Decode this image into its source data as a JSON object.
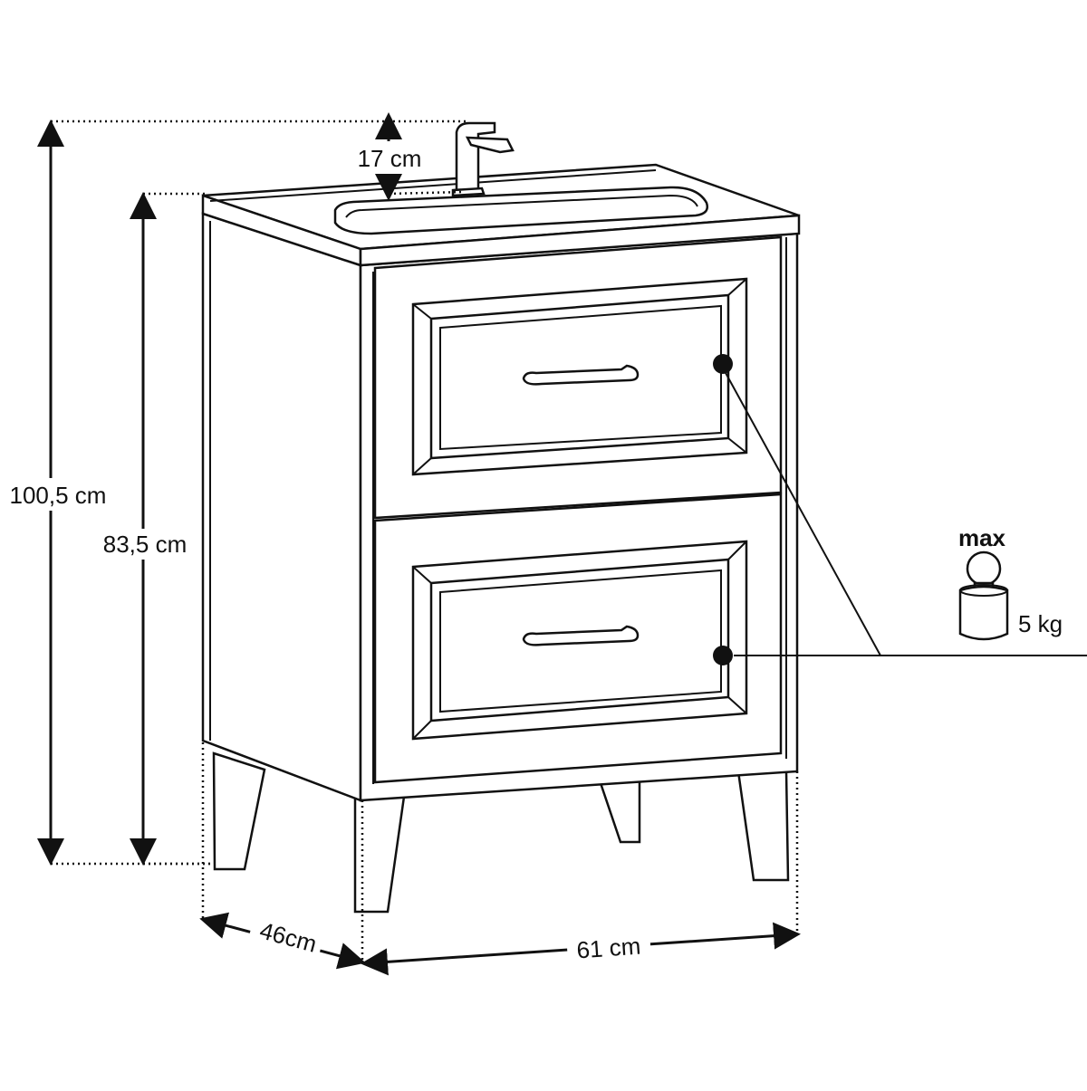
{
  "dimensions": {
    "total_height": "100,5 cm",
    "cabinet_height": "83,5 cm",
    "faucet_height": "17 cm",
    "depth": "46cm",
    "width": "61 cm"
  },
  "load_info": {
    "label": "max",
    "weight": "5 kg",
    "icon": "weight-icon"
  },
  "colors": {
    "line": "#111111",
    "background": "#ffffff"
  }
}
